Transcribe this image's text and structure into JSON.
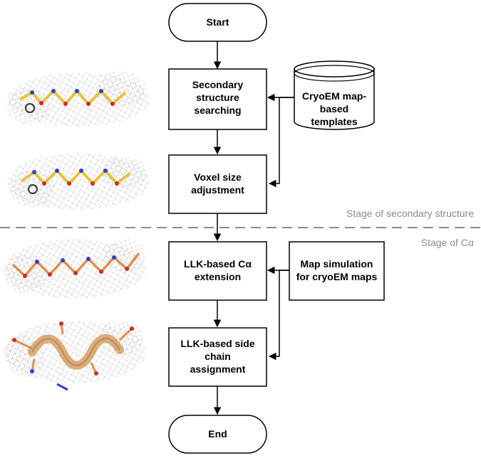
{
  "flowchart": {
    "start": "Start",
    "end": "End",
    "steps": {
      "secondary_structure": [
        "Secondary",
        "structure",
        "searching"
      ],
      "voxel_size": [
        "Voxel size",
        "adjustment"
      ],
      "llk_calpha": [
        "LLK-based Cα",
        "extension"
      ],
      "llk_side_chain": [
        "LLK-based side",
        "chain",
        "assignment"
      ]
    },
    "inputs": {
      "cryoem_templates": [
        "CryoEM map-",
        "based",
        "templates"
      ],
      "map_simulation": [
        "Map simulation",
        "for cryoEM maps"
      ]
    }
  },
  "stages": {
    "secondary": "Stage of secondary structure",
    "calpha": "Stage of Cα"
  },
  "colors": {
    "mesh": "#b9b9b9",
    "stick_carbon_yellow": "#e8c23a",
    "stick_carbon_orange": "#e0904a",
    "nitrogen": "#2f3fd0",
    "oxygen": "#d02a2a",
    "ribbon": "#d9a772",
    "divider": "#8c8c8c"
  }
}
